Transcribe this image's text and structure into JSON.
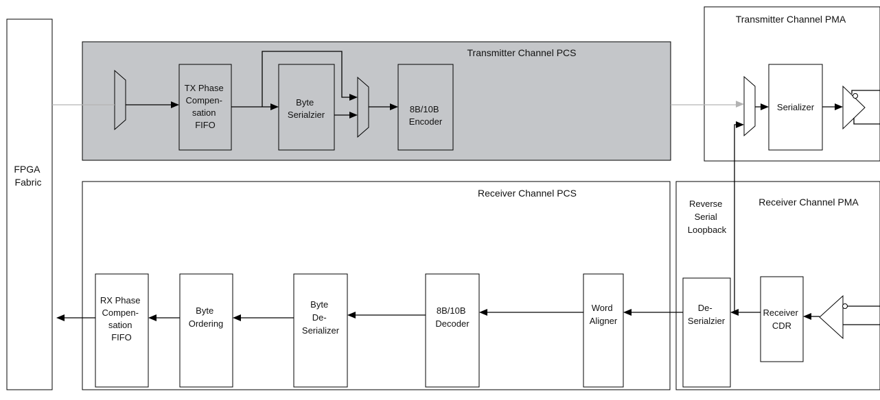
{
  "fpga": {
    "lines": [
      "FPGA",
      "Fabric"
    ]
  },
  "sections": {
    "tx_pcs": "Transmitter Channel PCS",
    "tx_pma": "Transmitter Channel PMA",
    "rx_pcs": "Receiver Channel PCS",
    "rx_pma": "Receiver Channel PMA"
  },
  "loopback": {
    "lines": [
      "Reverse",
      "Serial",
      "Loopback"
    ]
  },
  "tx_blocks": [
    {
      "id": "tx-phase-comp-fifo",
      "lines": [
        "TX Phase",
        "Compen-",
        "sation",
        "FIFO"
      ]
    },
    {
      "id": "byte-serializer",
      "lines": [
        "Byte",
        "Serialzier"
      ]
    },
    {
      "id": "encoder-8b10b",
      "lines": [
        "8B/10B",
        "Encoder"
      ]
    },
    {
      "id": "serializer",
      "lines": [
        "Serializer"
      ]
    }
  ],
  "rx_blocks": [
    {
      "id": "rx-phase-comp-fifo",
      "lines": [
        "RX Phase",
        "Compen-",
        "sation",
        "FIFO"
      ]
    },
    {
      "id": "byte-ordering",
      "lines": [
        "Byte",
        "Ordering"
      ]
    },
    {
      "id": "byte-deserializer",
      "lines": [
        "Byte",
        "De-",
        "Serializer"
      ]
    },
    {
      "id": "decoder-8b10b",
      "lines": [
        "8B/10B",
        "Decoder"
      ]
    },
    {
      "id": "word-aligner",
      "lines": [
        "Word",
        "Aligner"
      ]
    },
    {
      "id": "deserializer",
      "lines": [
        "De-",
        "Serialzier"
      ]
    },
    {
      "id": "receiver-cdr",
      "lines": [
        "Receiver",
        "CDR"
      ]
    }
  ]
}
